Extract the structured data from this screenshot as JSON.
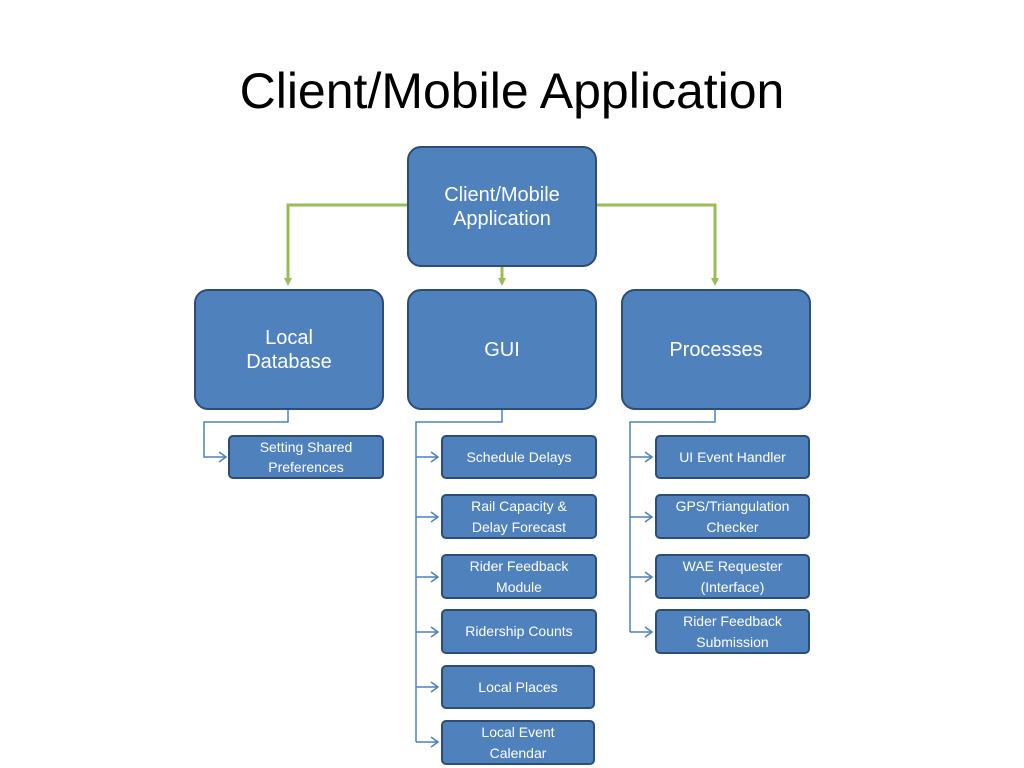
{
  "title": "Client/Mobile Application",
  "root": {
    "label": "Client/Mobile\nApplication"
  },
  "branches": [
    {
      "label": "Local\nDatabase",
      "items": [
        "Setting Shared\nPreferences"
      ]
    },
    {
      "label": "GUI",
      "items": [
        "Schedule Delays",
        "Rail Capacity &\nDelay Forecast",
        "Rider Feedback\nModule",
        "Ridership Counts",
        "Local Places",
        "Local Event\nCalendar"
      ]
    },
    {
      "label": "Processes",
      "items": [
        "UI Event Handler",
        "GPS/Triangulation\nChecker",
        "WAE Requester\n(Interface)",
        "Rider Feedback\nSubmission"
      ]
    }
  ],
  "colors": {
    "node_fill": "#4f81bd",
    "node_border": "#2c4d75",
    "green_connector": "#9bbb59",
    "blue_connector": "#4f81bd"
  }
}
